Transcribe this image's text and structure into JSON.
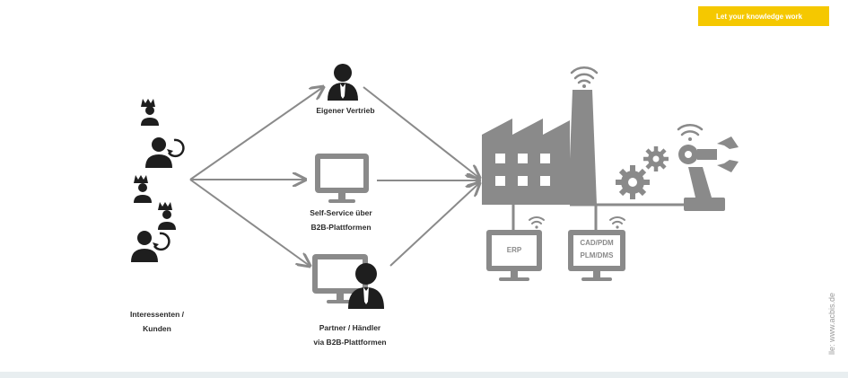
{
  "header": {
    "badge": "Let your knowledge work"
  },
  "labels": {
    "interessenten_line1": "Interessenten /",
    "interessenten_line2": "Kunden",
    "eigener_vertrieb": "Eigener Vertrieb",
    "self_service_line1": "Self-Service über",
    "self_service_line2": "B2B-Plattformen",
    "partner_line1": "Partner / Händler",
    "partner_line2": "via B2B-Plattformen",
    "erp": "ERP",
    "cad_line1": "CAD/PDM",
    "cad_line2": "PLM/DMS"
  },
  "source": "lle: www.acbis.de",
  "colors": {
    "accent": "#f5c800",
    "icon": "#8a8a8a",
    "dark": "#1e1e1e"
  }
}
